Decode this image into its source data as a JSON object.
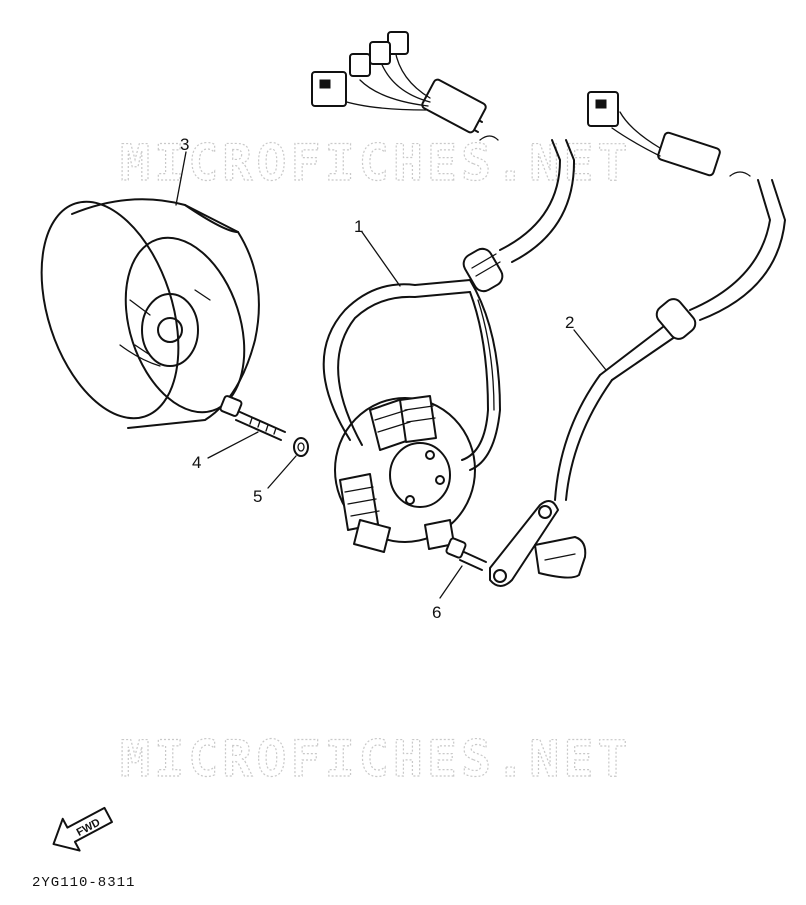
{
  "watermark": {
    "top": "MICROFICHES.NET",
    "bottom": "MICROFICHES.NET"
  },
  "callouts": [
    {
      "id": "1",
      "label": "1"
    },
    {
      "id": "2",
      "label": "2"
    },
    {
      "id": "3",
      "label": "3"
    },
    {
      "id": "4",
      "label": "4"
    },
    {
      "id": "5",
      "label": "5"
    },
    {
      "id": "6",
      "label": "6"
    }
  ],
  "fwd_arrow": {
    "label": "FWD",
    "icon": "fwd-arrow-icon"
  },
  "diagram_code": "2YG110-8311",
  "colors": {
    "line": "#111111",
    "watermark": "#c9c9c9",
    "background": "#ffffff"
  }
}
